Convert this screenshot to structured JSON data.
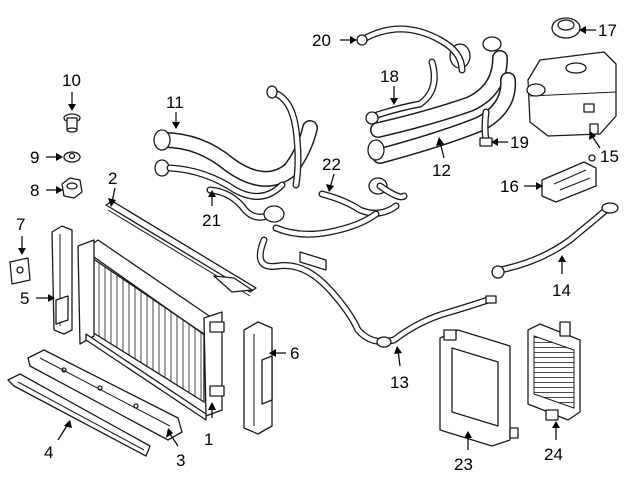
{
  "diagram": {
    "callouts": [
      {
        "id": "c1",
        "text": "1"
      },
      {
        "id": "c2",
        "text": "2"
      },
      {
        "id": "c3",
        "text": "3"
      },
      {
        "id": "c4",
        "text": "4"
      },
      {
        "id": "c5",
        "text": "5"
      },
      {
        "id": "c6",
        "text": "6"
      },
      {
        "id": "c7",
        "text": "7"
      },
      {
        "id": "c8",
        "text": "8"
      },
      {
        "id": "c9",
        "text": "9"
      },
      {
        "id": "c10",
        "text": "10"
      },
      {
        "id": "c11",
        "text": "11"
      },
      {
        "id": "c12",
        "text": "12"
      },
      {
        "id": "c13",
        "text": "13"
      },
      {
        "id": "c14",
        "text": "14"
      },
      {
        "id": "c15",
        "text": "15"
      },
      {
        "id": "c16",
        "text": "16"
      },
      {
        "id": "c17",
        "text": "17"
      },
      {
        "id": "c18",
        "text": "18"
      },
      {
        "id": "c19",
        "text": "19"
      },
      {
        "id": "c20",
        "text": "20"
      },
      {
        "id": "c21",
        "text": "21"
      },
      {
        "id": "c22",
        "text": "22"
      },
      {
        "id": "c23",
        "text": "23"
      },
      {
        "id": "c24",
        "text": "24"
      }
    ]
  }
}
